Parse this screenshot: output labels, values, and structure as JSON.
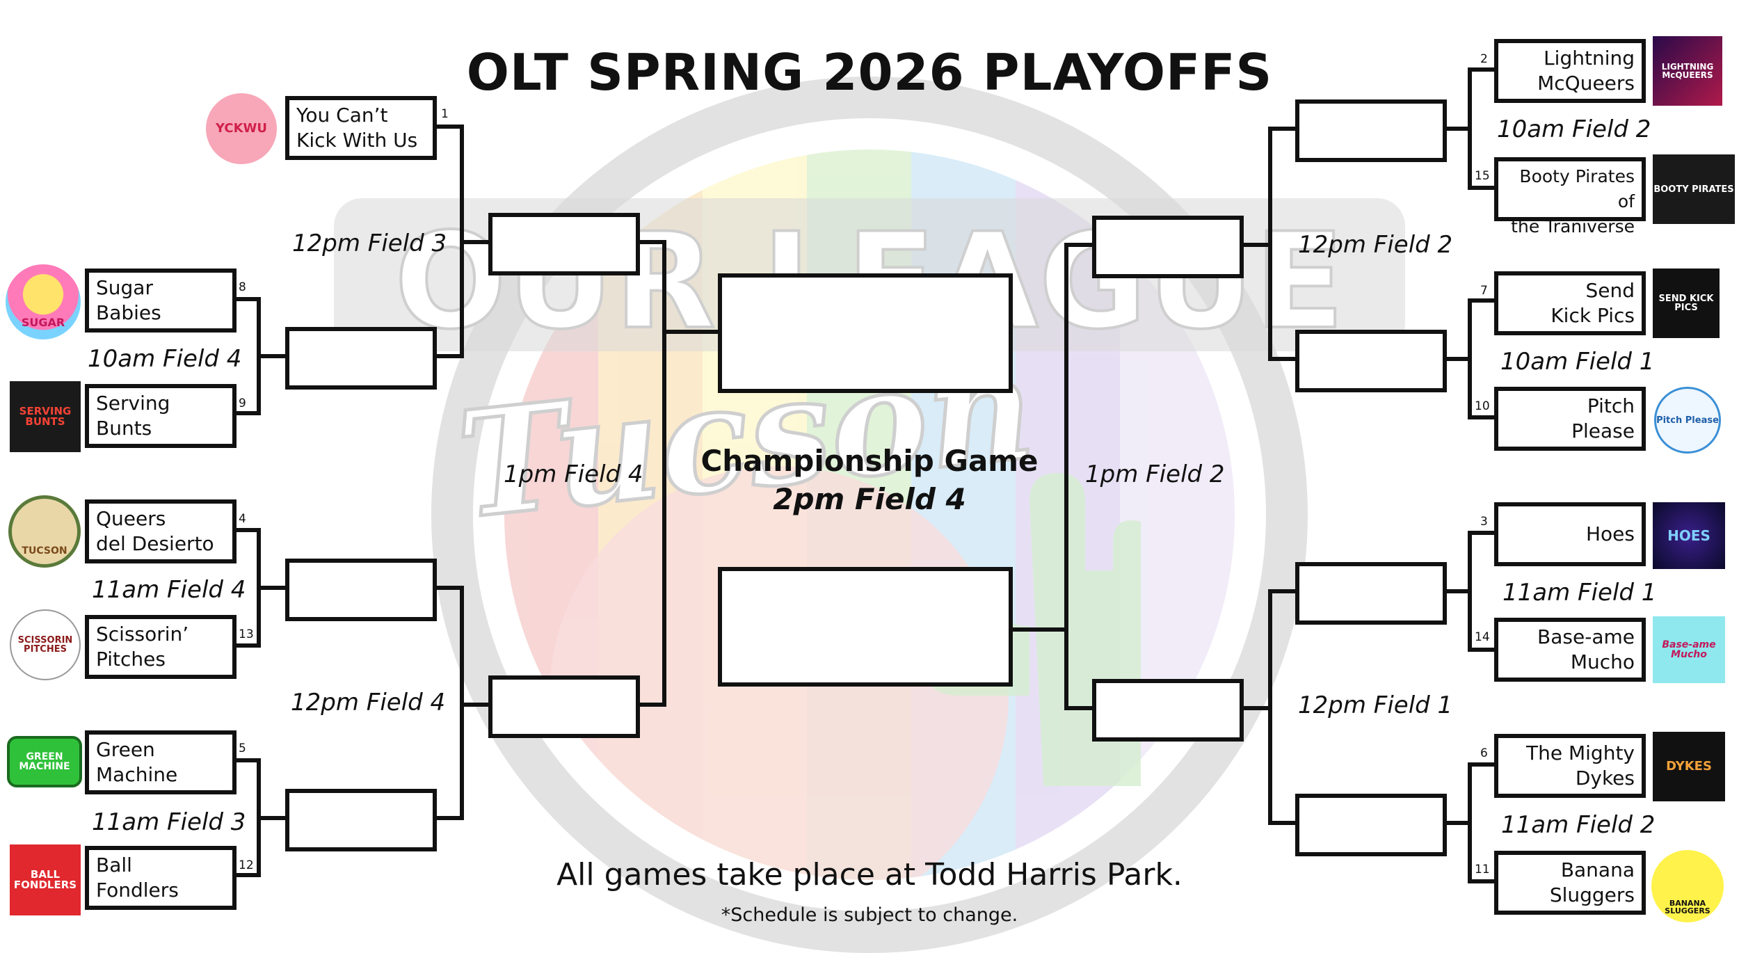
{
  "title": "OLT SPRING 2026 PLAYOFFS",
  "watermark": {
    "line1": "OUR LEAGUE",
    "line2": "Tucson"
  },
  "championship": {
    "label": "Championship Game",
    "time": "2pm Field 4"
  },
  "footer": {
    "main": "All games take place at Todd Harris Park.",
    "note": "*Schedule is subject to change."
  },
  "left": {
    "teams": [
      {
        "seed": "1",
        "name": "You Can’t\nKick With Us",
        "logo_text": "YCKWU",
        "logo": "lips-logo"
      },
      {
        "seed": "8",
        "name": "Sugar\nBabies",
        "logo_text": "SUGAR",
        "logo": "candy-logo"
      },
      {
        "seed": "9",
        "name": "Serving\nBunts",
        "logo_text": "SERVING BUNTS",
        "logo": "chef-logo"
      },
      {
        "seed": "4",
        "name": "Queers\ndel Desierto",
        "logo_text": "TUCSON",
        "logo": "desert-logo"
      },
      {
        "seed": "13",
        "name": "Scissorin’\nPitches",
        "logo_text": "SCISSORIN PITCHES",
        "logo": "scissors-logo"
      },
      {
        "seed": "5",
        "name": "Green\nMachine",
        "logo_text": "GREEN MACHINE",
        "logo": "van-logo"
      },
      {
        "seed": "12",
        "name": "Ball\nFondlers",
        "logo_text": "BALL FONDLERS",
        "logo": "heart-logo"
      }
    ],
    "games": {
      "round1": [
        "10am Field 4",
        "11am Field 4",
        "11am Field 3"
      ],
      "round2": [
        "12pm Field 3",
        "12pm Field 4"
      ],
      "semi": "1pm Field 4"
    }
  },
  "right": {
    "teams": [
      {
        "seed": "2",
        "name": "Lightning\nMcQueers",
        "logo_text": "LIGHTNING McQUEERS",
        "logo": "lightning-logo"
      },
      {
        "seed": "15",
        "name": "Booty Pirates of\nthe Traniverse",
        "logo_text": "BOOTY PIRATES",
        "logo": "skull-logo"
      },
      {
        "seed": "7",
        "name": "Send\nKick Pics",
        "logo_text": "SEND KICK PICS",
        "logo": "phone-logo"
      },
      {
        "seed": "10",
        "name": "Pitch\nPlease",
        "logo_text": "Pitch Please",
        "logo": "ball-face-logo"
      },
      {
        "seed": "3",
        "name": "Hoes",
        "logo_text": "HOES",
        "logo": "neon-logo"
      },
      {
        "seed": "14",
        "name": "Base-ame\nMucho",
        "logo_text": "Base-ame Mucho",
        "logo": "lips-script-logo"
      },
      {
        "seed": "6",
        "name": "The Mighty\nDykes",
        "logo_text": "DYKES",
        "logo": "duck-logo"
      },
      {
        "seed": "11",
        "name": "Banana\nSluggers",
        "logo_text": "BANANA SLUGGERS",
        "logo": "banana-logo"
      }
    ],
    "games": {
      "round1": [
        "10am Field 2",
        "10am Field 1",
        "11am Field 1",
        "11am Field 2"
      ],
      "round2": [
        "12pm Field 2",
        "12pm Field 1"
      ],
      "semi": "1pm Field 2"
    }
  },
  "colors": {
    "ink": "#111111",
    "watermark_gray": "#dcdcdc",
    "rainbow": [
      "#f6c1c1",
      "#fbe3b5",
      "#fdf7c0",
      "#d5efc8",
      "#c8e4f5",
      "#d9d0ef"
    ],
    "cactus": "#d4ecd0"
  }
}
